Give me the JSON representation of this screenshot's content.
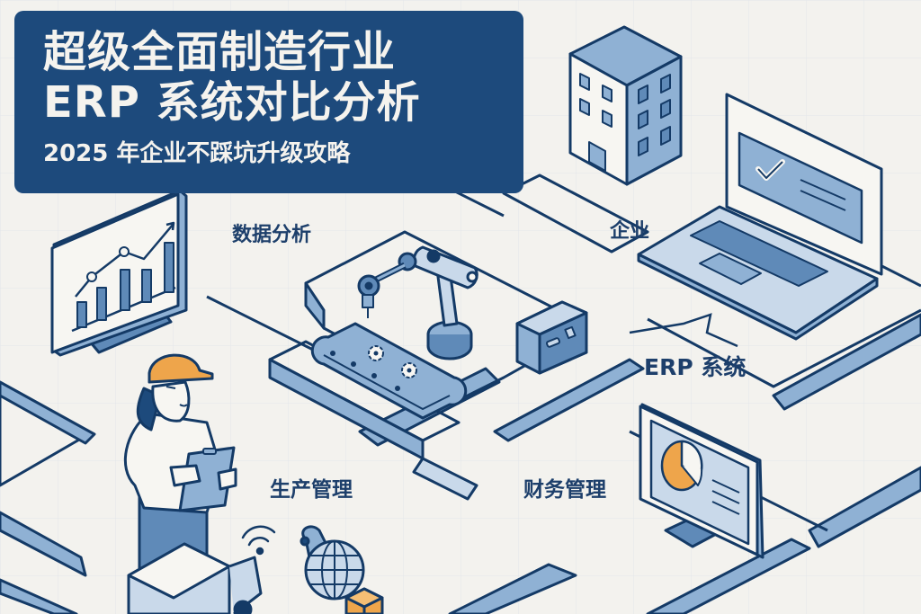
{
  "title_card": {
    "line1": "超级全面制造行业",
    "line2": "ERP 系统对比分析",
    "subtitle": "2025 年企业不踩坑升级攻略"
  },
  "labels": {
    "data_analysis": "数据分析",
    "enterprise": "企业",
    "erp_system": "ERP 系统",
    "production_management": "生产管理",
    "financial_management": "财务管理"
  },
  "icons": [
    "line-bar-chart-monitor-icon",
    "office-building-icon",
    "laptop-checkmark-icon",
    "robot-arm-icon",
    "conveyor-belt-gears-icon",
    "control-box-icon",
    "pie-chart-monitor-icon",
    "worker-with-clipboard-icon",
    "wifi-signal-icon",
    "delivery-truck-icon",
    "globe-location-pin-icon",
    "package-box-icon"
  ],
  "colors": {
    "background": "#f3f2ee",
    "title_card": "#1d4a7c",
    "outline": "#143a66",
    "path_fill": "#8fb1d4",
    "light_fill": "#c9d9ea",
    "accent_orange": "#eea54b",
    "label_text": "#1d3f6b"
  }
}
